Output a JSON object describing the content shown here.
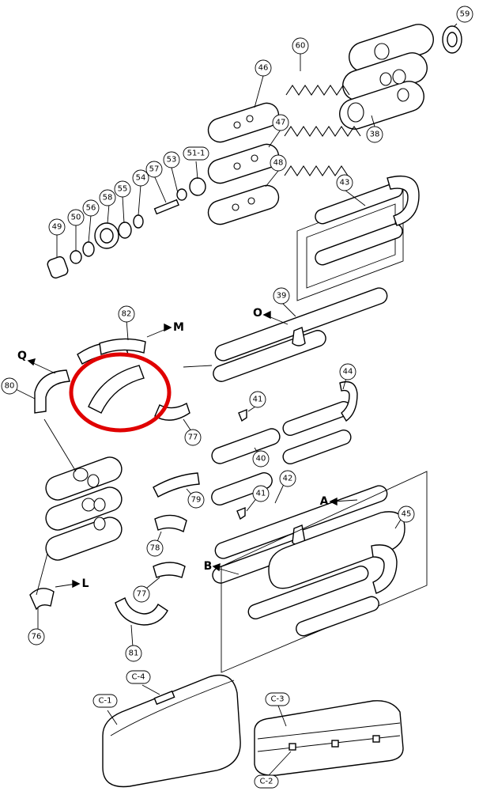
{
  "callouts": {
    "c59": "59",
    "c60": "60",
    "c46": "46",
    "c47": "47",
    "c48": "48",
    "c38": "38",
    "c51_1": "51-1",
    "c53": "53",
    "c57": "57",
    "c54": "54",
    "c55": "55",
    "c58": "58",
    "c56": "56",
    "c50": "50",
    "c49": "49",
    "c43": "43",
    "c39": "39",
    "c82": "82",
    "c80": "80",
    "c77a": "77",
    "c41a": "41",
    "c44": "44",
    "c40": "40",
    "c79": "79",
    "c42": "42",
    "c41b": "41",
    "c78": "78",
    "c45": "45",
    "c77b": "77",
    "c76": "76",
    "c81": "81"
  },
  "case_labels": {
    "c1": "C-1",
    "c4": "C-4",
    "c3": "C-3",
    "c2": "C-2"
  },
  "letters": {
    "O": "O",
    "M": "M",
    "Q": "Q",
    "A": "A",
    "B": "B",
    "L": "L"
  },
  "highlight_color": "#e00000"
}
